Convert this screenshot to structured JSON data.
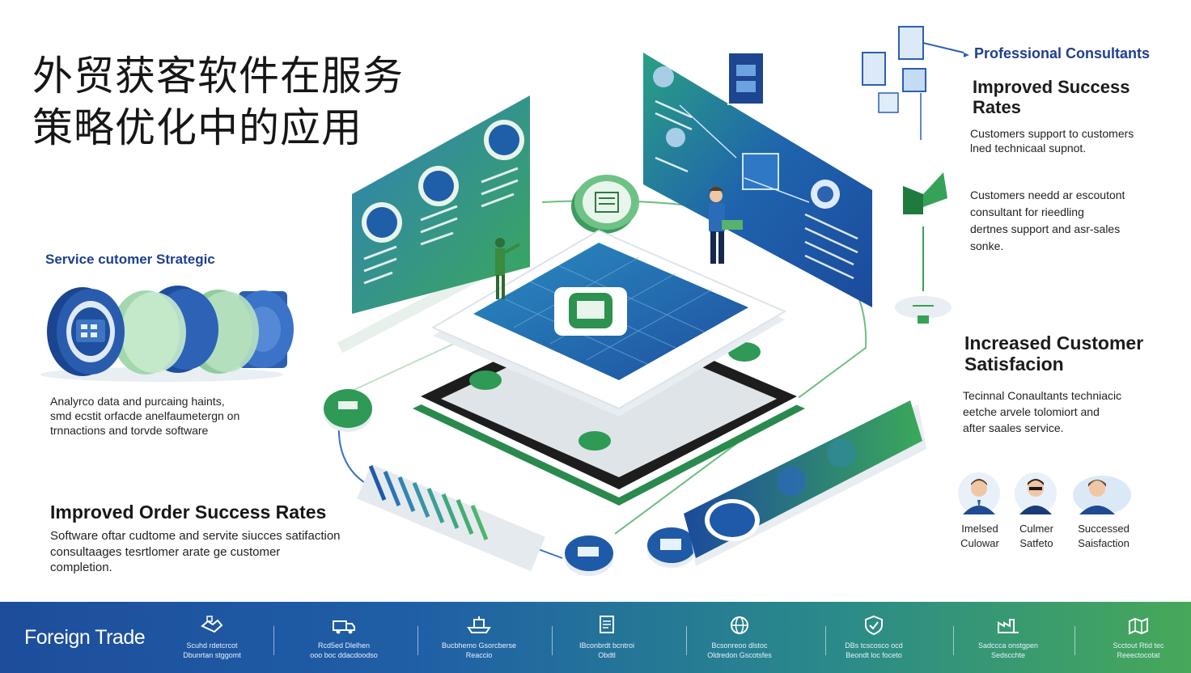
{
  "title": {
    "line1": "外贸获客软件在服务",
    "line2": "策略优化中的应用"
  },
  "left": {
    "strategy_label": "Service  cutomer Strategic",
    "analysis_lines": [
      "Analyrco data and purcaing haints,",
      "smd ecstit orfacde anelfaumetergn on",
      "trnnactions and torvde software"
    ],
    "order_heading": "Improved Order Success Rates",
    "order_lines": [
      "Software oftar cudtome and servite siucces satifaction",
      "consultaages tesrtlomer arate ge customer",
      "completion."
    ]
  },
  "right": {
    "consultants_label": "Professional Consultants",
    "success_heading_lines": [
      "Improved Success",
      "Rates"
    ],
    "support_lines": [
      "Customers support to customers",
      "lned technicaal supnot."
    ],
    "needs_lines": [
      "Customers needd ar escoutont",
      "consultant for rieedling",
      "dertnes support and asr-sales",
      "sonke."
    ],
    "satisfaction_heading_lines": [
      "Increased Customer",
      "Satisfacion"
    ],
    "technical_lines": [
      "Tecinnal Conaultants techniacic",
      "eetche arvele tolomiort and",
      "after saales service."
    ],
    "avatars": [
      {
        "line1": "Imelsed",
        "line2": "Culowar"
      },
      {
        "line1": "Culmer",
        "line2": "Satfeto"
      },
      {
        "line1": "Successed",
        "line2": "Saisfaction"
      }
    ]
  },
  "footer": {
    "brand": "Foreign Trade",
    "items": [
      {
        "icon": "handshake-icon",
        "line1": "Scuhd rdetcrcot",
        "line2": "Dbunrtan stggomt"
      },
      {
        "icon": "truck-icon",
        "line1": "Rcd5ed Dlelhen",
        "line2": "ooo boc ddacdoodso"
      },
      {
        "icon": "ship-icon",
        "line1": "Bucbhemo Gsorcberse",
        "line2": "Reaccio"
      },
      {
        "icon": "document-icon",
        "line1": "IBconbrdt bcntroi",
        "line2": "Obdtl"
      },
      {
        "icon": "globe-icon",
        "line1": "Bcsonreoo dlstoc",
        "line2": "Oldredon Gscotsfes"
      },
      {
        "icon": "shield-icon",
        "line1": "DBs tcscosco ocd",
        "line2": "Beondt loc foceto"
      },
      {
        "icon": "factory-icon",
        "line1": "Sadccca onstgpen",
        "line2": "Sedscchte"
      },
      {
        "icon": "map-icon",
        "line1": "Scctout Rtid tec",
        "line2": "Reeectocotat"
      }
    ]
  },
  "colors": {
    "brand_blue": "#1f4e9e",
    "brand_green": "#3fa15a",
    "heading_blue": "#1f3f8f"
  }
}
